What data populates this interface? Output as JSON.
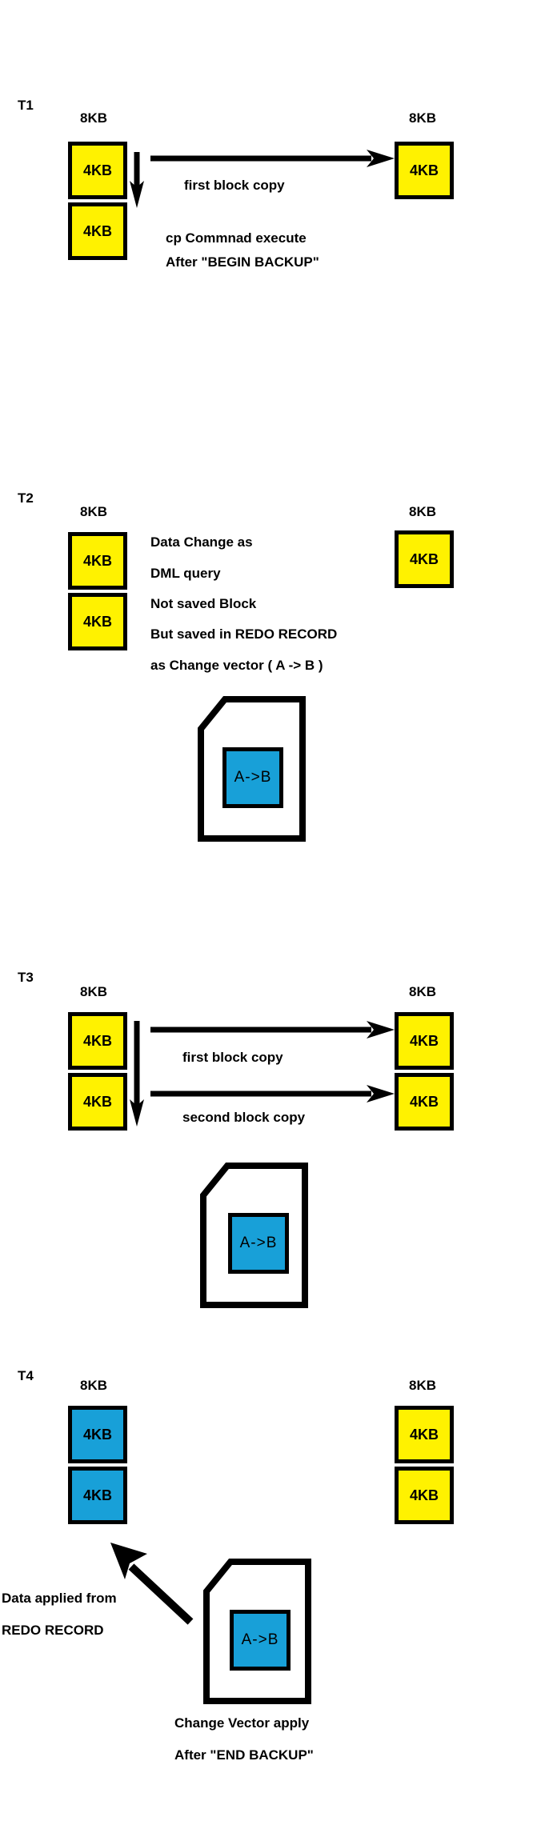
{
  "diagram": {
    "labels": {
      "kb8": "8KB",
      "kb4": "4KB",
      "change_vector": "A->B"
    },
    "colors": {
      "block_yellow": "#FFF200",
      "block_blue": "#18A0D8",
      "outline": "#000000",
      "background": "#FFFFFF"
    },
    "t1": {
      "title": "T1",
      "arrow_label": "first block copy",
      "note1": "cp Commnad execute",
      "note2": "After \"BEGIN BACKUP\""
    },
    "t2": {
      "title": "T2",
      "notes": [
        "Data Change as",
        "DML query",
        "Not saved Block",
        "But saved in REDO RECORD",
        "as Change vector ( A -> B )"
      ]
    },
    "t3": {
      "title": "T3",
      "arrow1_label": "first block copy",
      "arrow2_label": "second block copy"
    },
    "t4": {
      "title": "T4",
      "note1": "Data applied from",
      "note2": "REDO RECORD",
      "caption1": "Change Vector apply",
      "caption2": "After \"END BACKUP\""
    }
  }
}
